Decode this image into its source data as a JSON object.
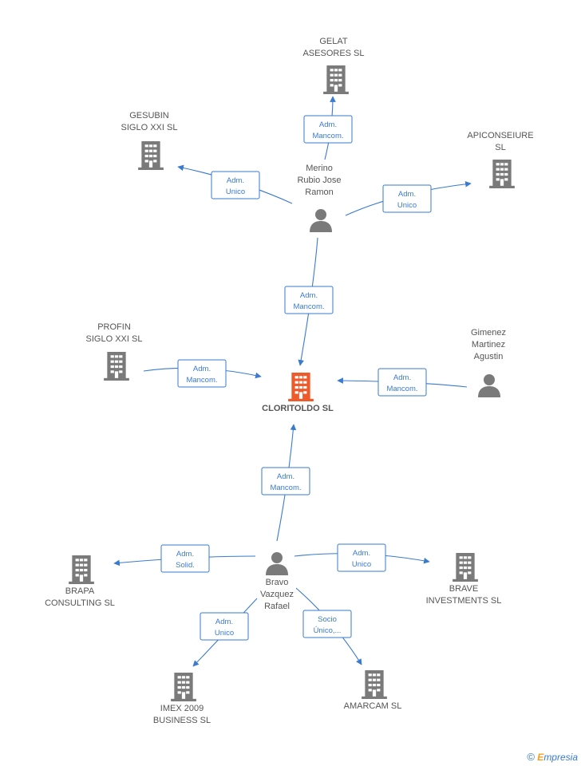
{
  "colors": {
    "edge": "#3a7ad0",
    "company": "#7a7a7a",
    "person": "#7a7a7a",
    "main": "#ee5a2a",
    "label": "#555555"
  },
  "nodes": [
    {
      "id": "gelat",
      "type": "company",
      "lines": [
        "GELAT",
        "ASESORES SL"
      ]
    },
    {
      "id": "gesubin",
      "type": "company",
      "lines": [
        "GESUBIN",
        "SIGLO XXI SL"
      ]
    },
    {
      "id": "apiconseiure",
      "type": "company",
      "lines": [
        "APICONSEIURE",
        "SL"
      ]
    },
    {
      "id": "merino",
      "type": "person",
      "lines": [
        "Merino",
        "Rubio Jose",
        "Ramon"
      ]
    },
    {
      "id": "profin",
      "type": "company",
      "lines": [
        "PROFIN",
        "SIGLO XXI SL"
      ]
    },
    {
      "id": "gimenez",
      "type": "person",
      "lines": [
        "Gimenez",
        "Martinez",
        "Agustin"
      ]
    },
    {
      "id": "cloritoldo",
      "type": "main",
      "lines": [
        "CLORITOLDO SL"
      ]
    },
    {
      "id": "bravo",
      "type": "person",
      "lines": [
        "Bravo",
        "Vazquez",
        "Rafael"
      ]
    },
    {
      "id": "brapa",
      "type": "company",
      "lines": [
        "BRAPA",
        "CONSULTING SL"
      ]
    },
    {
      "id": "brave",
      "type": "company",
      "lines": [
        "BRAVE",
        "INVESTMENTS SL"
      ]
    },
    {
      "id": "imex",
      "type": "company",
      "lines": [
        "IMEX 2009",
        "BUSINESS SL"
      ]
    },
    {
      "id": "amarcam",
      "type": "company",
      "lines": [
        "AMARCAM SL"
      ]
    }
  ],
  "edges": [
    {
      "id": "e-merino-gelat",
      "from": "merino",
      "to": "gelat",
      "label": [
        "Adm.",
        "Mancom."
      ]
    },
    {
      "id": "e-merino-gesubin",
      "from": "merino",
      "to": "gesubin",
      "label": [
        "Adm.",
        "Unico"
      ]
    },
    {
      "id": "e-merino-apiconseiure",
      "from": "merino",
      "to": "apiconseiure",
      "label": [
        "Adm.",
        "Unico"
      ]
    },
    {
      "id": "e-merino-cloritoldo",
      "from": "merino",
      "to": "cloritoldo",
      "label": [
        "Adm.",
        "Mancom."
      ]
    },
    {
      "id": "e-profin-cloritoldo",
      "from": "profin",
      "to": "cloritoldo",
      "label": [
        "Adm.",
        "Mancom."
      ]
    },
    {
      "id": "e-gimenez-cloritoldo",
      "from": "gimenez",
      "to": "cloritoldo",
      "label": [
        "Adm.",
        "Mancom."
      ]
    },
    {
      "id": "e-bravo-cloritoldo",
      "from": "bravo",
      "to": "cloritoldo",
      "label": [
        "Adm.",
        "Mancom."
      ]
    },
    {
      "id": "e-bravo-brapa",
      "from": "bravo",
      "to": "brapa",
      "label": [
        "Adm.",
        "Solid."
      ]
    },
    {
      "id": "e-bravo-brave",
      "from": "bravo",
      "to": "brave",
      "label": [
        "Adm.",
        "Unico"
      ]
    },
    {
      "id": "e-bravo-imex",
      "from": "bravo",
      "to": "imex",
      "label": [
        "Adm.",
        "Unico"
      ]
    },
    {
      "id": "e-bravo-amarcam",
      "from": "bravo",
      "to": "amarcam",
      "label": [
        "Socio",
        "Único,..."
      ]
    }
  ],
  "footer": {
    "copyright_symbol": "©",
    "brand_initial": "E",
    "brand_rest": "mpresia"
  }
}
